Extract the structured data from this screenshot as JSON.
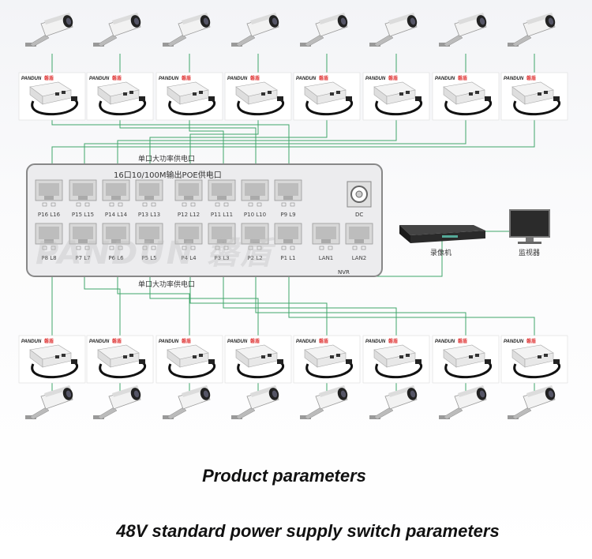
{
  "switch": {
    "top_port_label": "单口大功率供电口",
    "panel_title": "16口10/100M输出POE供电口",
    "bottom_port_label": "单口大功率供电口",
    "dc_label": "DC",
    "nvr_label": "NVR",
    "top_ports": [
      "P16 L16",
      "P15 L15",
      "P14 L14",
      "P13 L13",
      "P12 L12",
      "P11 L11",
      "P10 L10",
      "P9 L9"
    ],
    "bottom_ports": [
      "P8 L8",
      "P7 L7",
      "P6 L6",
      "P5 L5",
      "P4 L4",
      "P3 L3",
      "P2 L2",
      "P1 L1"
    ],
    "lan_ports": [
      "LAN1",
      "LAN2"
    ]
  },
  "recorder": {
    "label": "录像机"
  },
  "monitor": {
    "label": "监视器"
  },
  "watermark": {
    "text": "PANDUN 磐盾"
  },
  "adapter_brand": "PANDUN",
  "adapter_brand_cn": "磐盾",
  "captions": {
    "product_parameters": "Product parameters",
    "switch_parameters": "48V standard power supply switch parameters"
  },
  "colors": {
    "line_green": "#3fa66a",
    "panel_border": "#888888"
  }
}
